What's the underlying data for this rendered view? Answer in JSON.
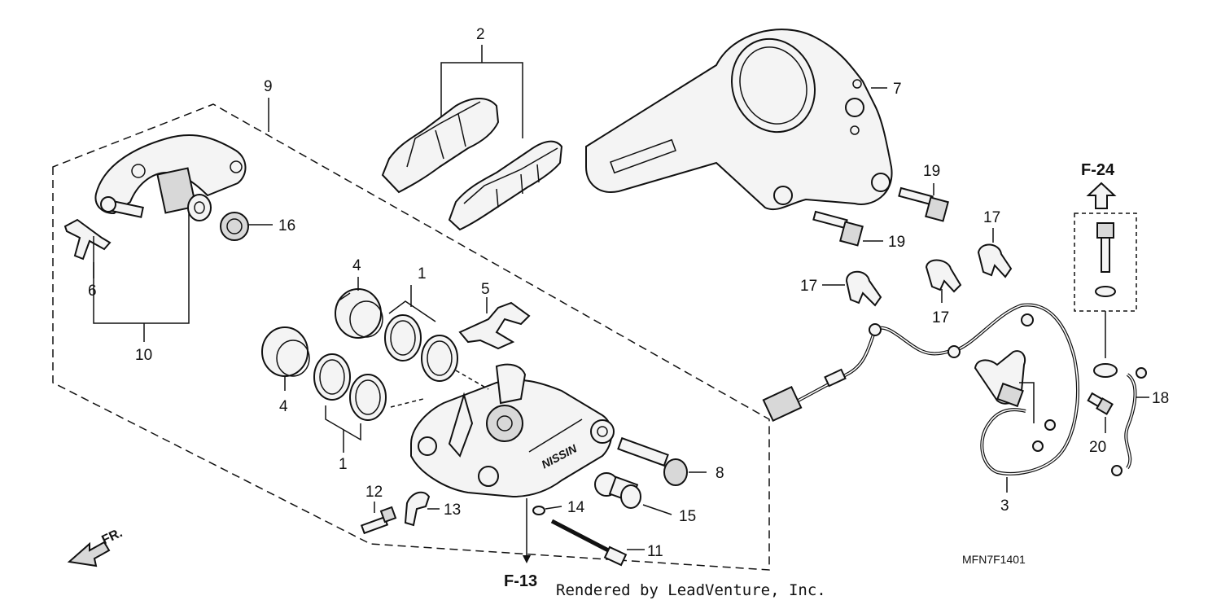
{
  "callouts": {
    "c1a": "1",
    "c1b": "1",
    "c2": "2",
    "c3": "3",
    "c4a": "4",
    "c4b": "4",
    "c5": "5",
    "c6": "6",
    "c7": "7",
    "c8": "8",
    "c9": "9",
    "c10": "10",
    "c11": "11",
    "c12": "12",
    "c13": "13",
    "c14": "14",
    "c15": "15",
    "c16": "16",
    "c17a": "17",
    "c17b": "17",
    "c17c": "17",
    "c18": "18",
    "c19a": "19",
    "c19b": "19",
    "c20": "20"
  },
  "references": {
    "f24": "F-24",
    "f13": "F-13"
  },
  "front_label": "FR.",
  "diagram_code": "MFN7F1401",
  "credit": "Rendered by LeadVenture, Inc."
}
